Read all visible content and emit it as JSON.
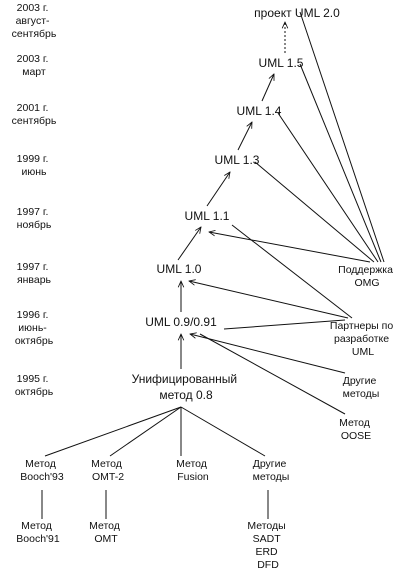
{
  "timeline": [
    {
      "lines": [
        "2003 г.",
        "август-",
        "сентябрь"
      ]
    },
    {
      "lines": [
        "2003 г.",
        "март"
      ]
    },
    {
      "lines": [
        "2001 г.",
        "сентябрь"
      ]
    },
    {
      "lines": [
        "1999 г.",
        "июнь"
      ]
    },
    {
      "lines": [
        "1997 г.",
        "ноябрь"
      ]
    },
    {
      "lines": [
        "1997 г.",
        "январь"
      ]
    },
    {
      "lines": [
        "1996 г.",
        "июнь-",
        "октябрь"
      ]
    },
    {
      "lines": [
        "1995 г.",
        "октябрь"
      ]
    }
  ],
  "versions": {
    "uml20": {
      "lines": [
        "проект UML 2.0"
      ]
    },
    "uml15": {
      "lines": [
        "UML 1.5"
      ]
    },
    "uml14": {
      "lines": [
        "UML 1.4"
      ]
    },
    "uml13": {
      "lines": [
        "UML 1.3"
      ]
    },
    "uml11": {
      "lines": [
        "UML 1.1"
      ]
    },
    "uml10": {
      "lines": [
        "UML 1.0"
      ]
    },
    "uml09": {
      "lines": [
        "UML 0.9/0.91"
      ]
    },
    "unified": {
      "lines": [
        "Унифицированный",
        "метод 0.8"
      ]
    }
  },
  "influences": {
    "omg": {
      "lines": [
        "Поддержка",
        "OMG"
      ]
    },
    "partners": {
      "lines": [
        "Партнеры по",
        "разработке",
        "UML"
      ]
    },
    "other": {
      "lines": [
        "Другие",
        "методы"
      ]
    },
    "oose": {
      "lines": [
        "Метод",
        "OOSE"
      ]
    }
  },
  "predecessors": {
    "booch93": {
      "lines": [
        "Метод",
        "Booch'93"
      ]
    },
    "omt2": {
      "lines": [
        "Метод",
        "OMT-2"
      ]
    },
    "fusion": {
      "lines": [
        "Метод",
        "Fusion"
      ]
    },
    "others": {
      "lines": [
        "Другие",
        "методы"
      ]
    },
    "booch91": {
      "lines": [
        "Метод",
        "Booch'91"
      ]
    },
    "omt": {
      "lines": [
        "Метод",
        "OMT"
      ]
    },
    "legacy": {
      "lines": [
        "Методы",
        "SADT",
        "ERD",
        "DFD"
      ]
    }
  }
}
